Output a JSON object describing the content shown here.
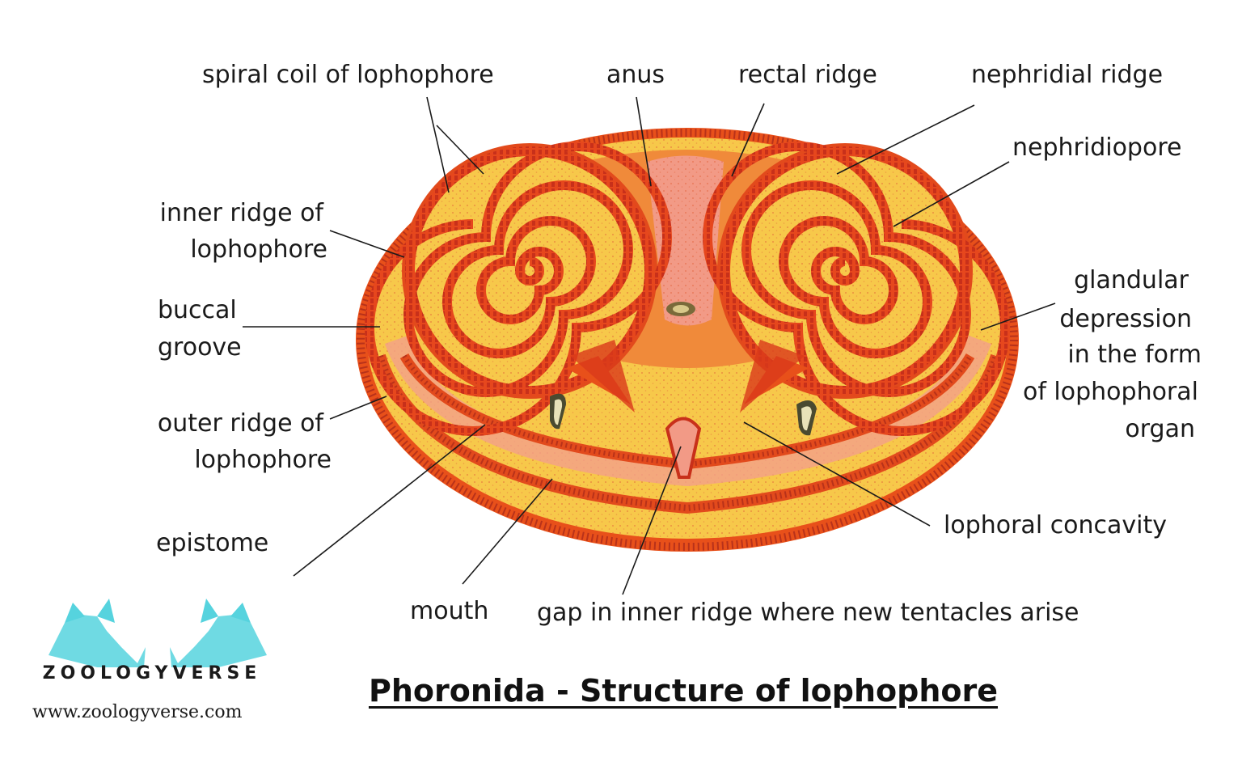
{
  "labels": {
    "spiral_coil": "spiral coil of lophophore",
    "anus": "anus",
    "rectal_ridge": "rectal ridge",
    "nephridial_ridge": "nephridial ridge",
    "nephridiopore": "nephridiopore",
    "inner_ridge_1": "inner ridge of",
    "inner_ridge_2": "lophophore",
    "buccal_1": "buccal",
    "buccal_2": "groove",
    "outer_ridge_1": "outer ridge of",
    "outer_ridge_2": "lophophore",
    "epistome": "epistome",
    "mouth": "mouth",
    "gap": "gap in inner ridge where new tentacles arise",
    "lophoral_concavity": "lophoral concavity",
    "glandular_1": "glandular",
    "glandular_2": "depression",
    "glandular_3": "in the form",
    "glandular_4": "of lophophoral",
    "glandular_5": "organ"
  },
  "title": "Phoronida - Structure of lophophore",
  "logo": {
    "name": "ZOOLOGYVERSE",
    "url": "www.zoologyverse.com"
  },
  "colors": {
    "outer_orange": "#e8501a",
    "tentacle_red": "#d93a1a",
    "body_yellow": "#f7c84a",
    "pale_yellow": "#fbe37a",
    "pink_groove": "#f3a08a",
    "logo_cyan": "#56d3de"
  }
}
